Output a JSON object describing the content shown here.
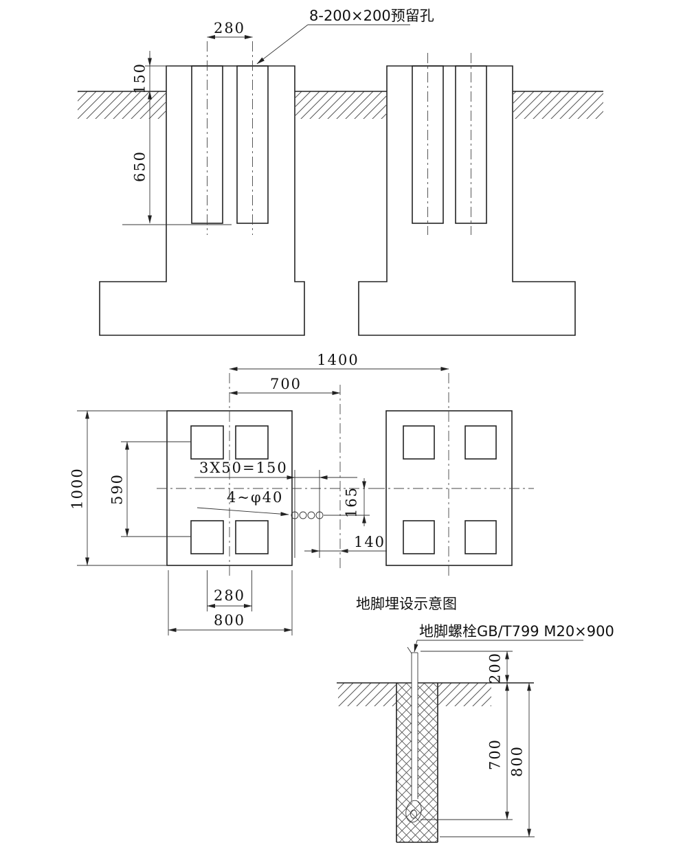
{
  "meta": {
    "background": "#ffffff",
    "line_color": "#222222"
  },
  "section_view": {
    "reserved_holes_label": "8-200×200预留孔",
    "dim_hole_spacing_top": "280",
    "dim_exposed_height": "150",
    "dim_hole_depth": "650"
  },
  "plan_view": {
    "dim_span_total": "1400",
    "dim_span_half": "700",
    "dim_bolt_pitch": "3X50=150",
    "bolt_holes_label": "4~φ40",
    "dim_length": "1000",
    "dim_hole_row_span": "590",
    "dim_offset_circles": "165",
    "dim_offset_mid": "140",
    "dim_hole_col_span": "280",
    "dim_width": "800"
  },
  "anchor_detail": {
    "title": "地脚埋设示意图",
    "bolt_label": "地脚螺栓GB/T799 M20×900",
    "dim_above_surface": "200",
    "dim_embed_depth": "700",
    "dim_pocket_depth": "800"
  }
}
